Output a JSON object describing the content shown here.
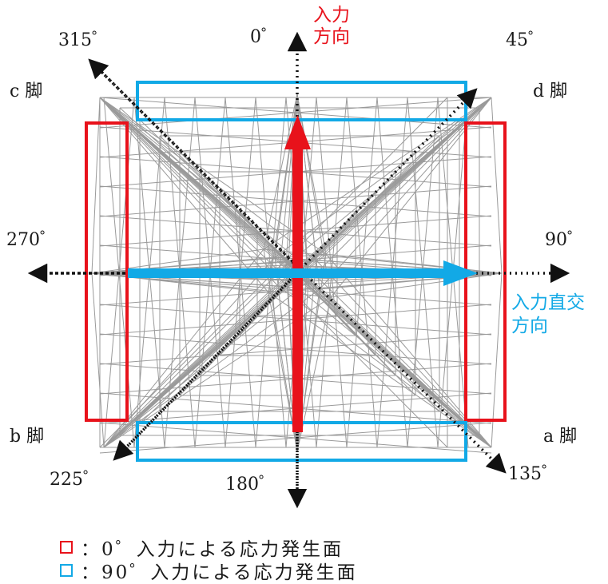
{
  "colors": {
    "red": "#e8121b",
    "blue": "#12a9e6",
    "frame": "#9a9a9a"
  },
  "angles": {
    "a0": "0゜",
    "a45": "45゜",
    "a90": "90゜",
    "a135": "135゜",
    "a180": "180゜",
    "a225": "225゜",
    "a270": "270゜",
    "a315": "315゜"
  },
  "legs": {
    "a": "a 脚",
    "b": "b 脚",
    "c": "c 脚",
    "d": "d 脚"
  },
  "input_direction": {
    "line1": "入力",
    "line2": "方向"
  },
  "orthogonal_direction": {
    "line1": "入力直交",
    "line2": "方向"
  },
  "legend": [
    {
      "text": "：0゜入力による応力発生面",
      "color": "red"
    },
    {
      "text": "：90゜入力による応力発生面",
      "color": "blue"
    }
  ]
}
